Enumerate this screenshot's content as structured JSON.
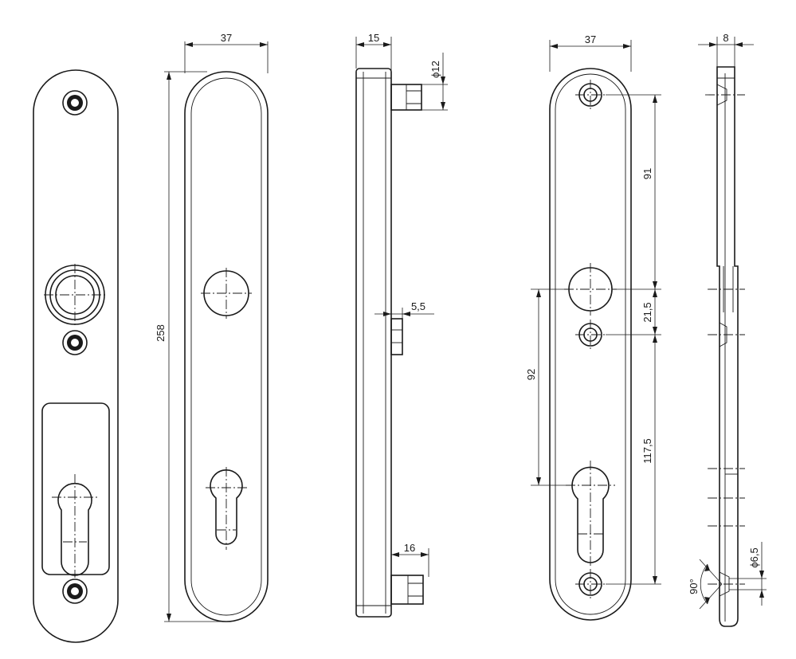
{
  "dimensions": {
    "front_width": "37",
    "total_height": "258",
    "side_depth": "15",
    "stud_diameter": "ϕ12",
    "boss_height": "5,5",
    "bottom_stud_length": "16",
    "back_width": "37",
    "hole_spacing_top": "91",
    "hole_spacing_mid": "21,5",
    "hole_spacing_bottom": "117,5",
    "spindle_to_cylinder": "92",
    "edge_thickness": "8",
    "bore_diameter": "ϕ6,5",
    "countersink_angle": "90°"
  }
}
